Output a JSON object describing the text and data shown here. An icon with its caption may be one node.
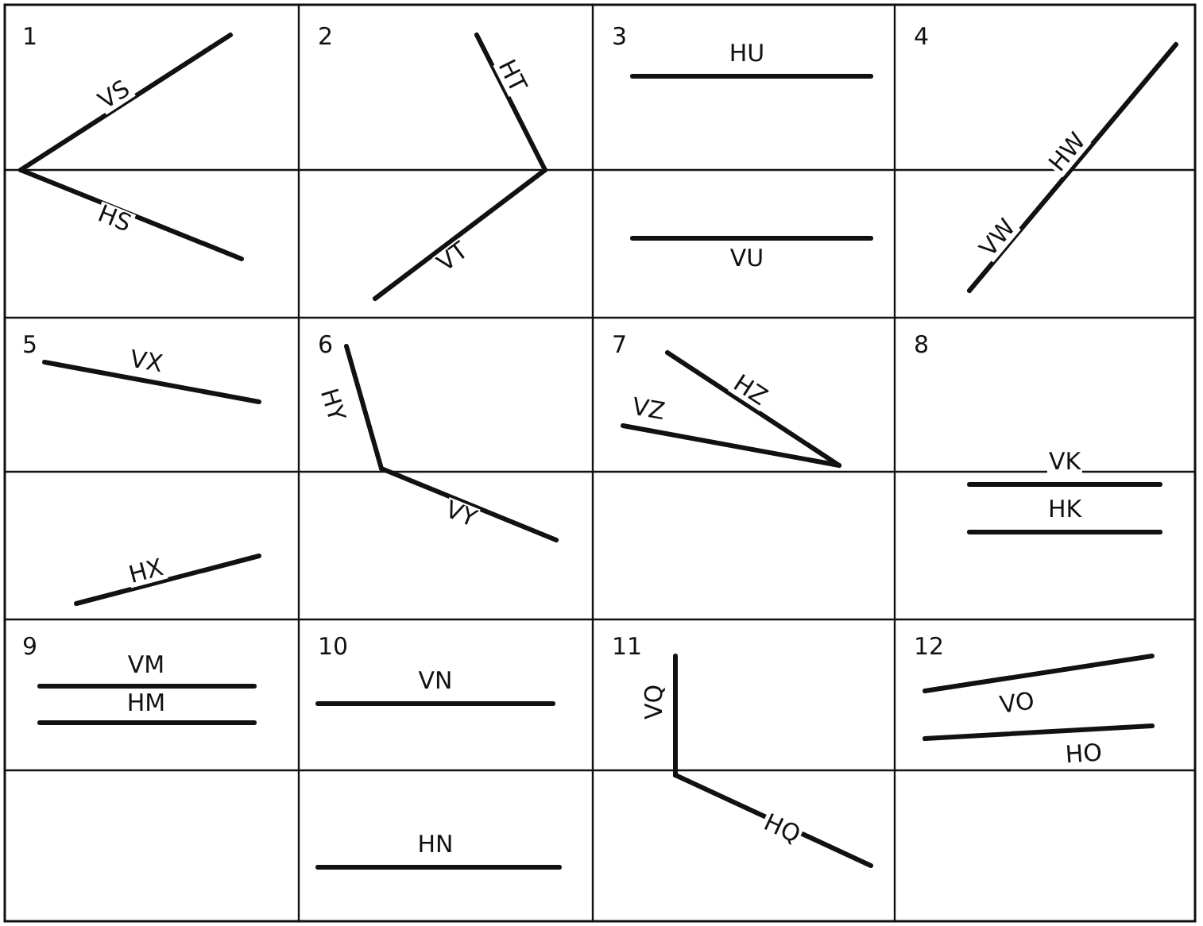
{
  "diagram": {
    "labels": [
      "1",
      "VS",
      "HS",
      "2",
      "HT",
      "VT",
      "3",
      "HU",
      "VU",
      "4",
      "HW",
      "VW",
      "5",
      "VX",
      "HX",
      "6",
      "HY",
      "VY",
      "7",
      "HZ",
      "VZ",
      "8",
      "VK",
      "HK",
      "9",
      "VM",
      "HM",
      "10",
      "VN",
      "HN",
      "11",
      "VQ",
      "HQ",
      "12",
      "VO",
      "HO"
    ]
  }
}
